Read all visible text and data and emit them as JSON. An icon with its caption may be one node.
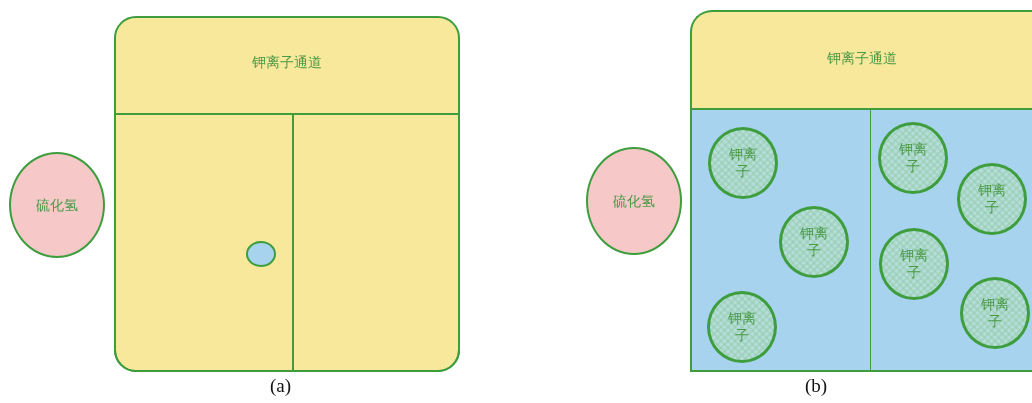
{
  "diagram": {
    "nodes": [
      {
        "text": [
          "硫化氢"
        ]
      },
      {
        "text": [
          "钾离子通道"
        ]
      },
      {
        "text": [],
        "shape": "box",
        "in": 1
      },
      {
        "text": [],
        "shape": "box",
        "in": 1
      },
      {
        "text": [],
        "shape": "circle",
        "in": 2
      },
      {
        "text": [
          "硫化氢"
        ]
      },
      {
        "text": [
          "钾离子通道"
        ]
      },
      {
        "text": [],
        "shape": "box",
        "in": 6
      },
      {
        "text": [],
        "shape": "box",
        "in": 6
      },
      {
        "text": [
          "钾离子"
        ],
        "in": 7
      },
      {
        "text": [
          "钾离子"
        ],
        "in": 7
      },
      {
        "text": [
          "钾离子"
        ],
        "in": 7
      },
      {
        "text": [
          "钾离子"
        ],
        "in": 8
      },
      {
        "text": [
          "钾离子"
        ],
        "in": 8
      },
      {
        "text": [
          "钾离子"
        ],
        "in": 8
      },
      {
        "text": [
          "钾离子"
        ],
        "in": 8
      }
    ],
    "labels": [
      "(a)",
      "(b)"
    ]
  }
}
